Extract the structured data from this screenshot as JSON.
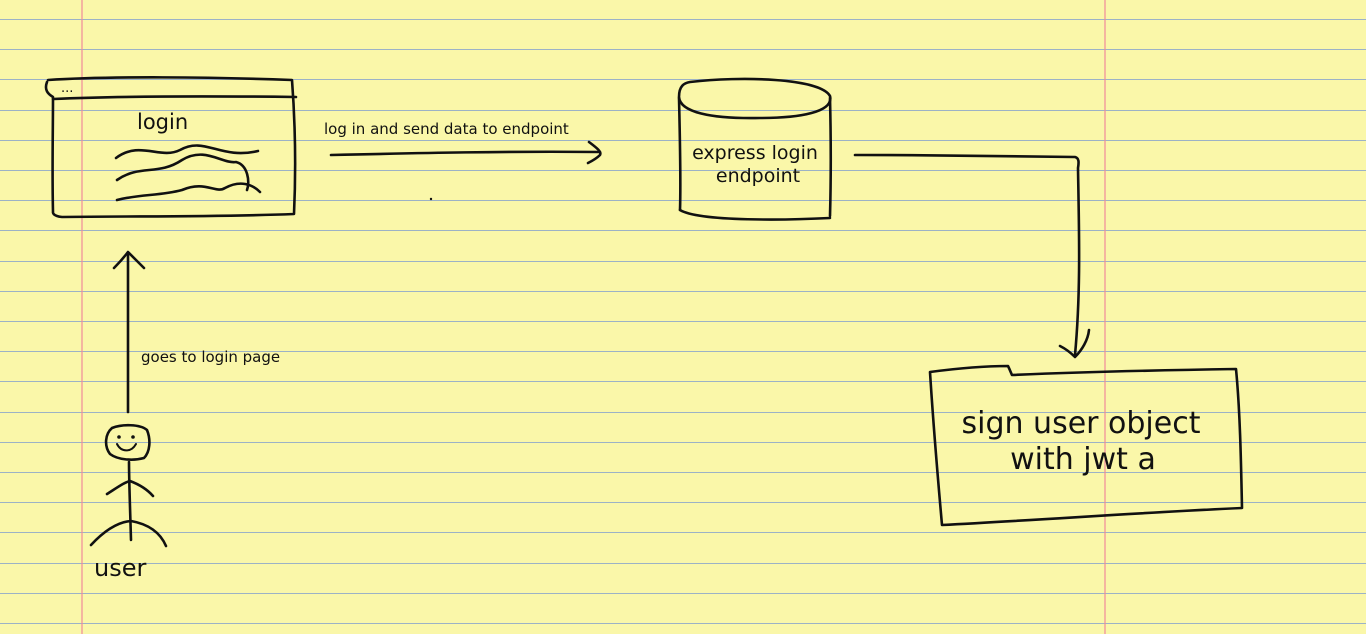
{
  "paper": {
    "background_color": "#faf7a9",
    "rule_color": "#9cb2c6",
    "margin_color": "#f08a9a",
    "ink_color": "#111111"
  },
  "nodes": {
    "login_window": {
      "title": "login",
      "titlebar_dots": "..."
    },
    "express_endpoint": {
      "line1": "express login",
      "line2": "endpoint"
    },
    "sign_jwt": {
      "line1": "sign user object",
      "line2": "with jwt a"
    },
    "user": {
      "label": "user"
    }
  },
  "edges": {
    "user_to_login": {
      "label": "goes to login page"
    },
    "login_to_endpoint": {
      "label": "log in and send data to endpoint"
    },
    "endpoint_to_sign": {
      "label": ""
    }
  }
}
